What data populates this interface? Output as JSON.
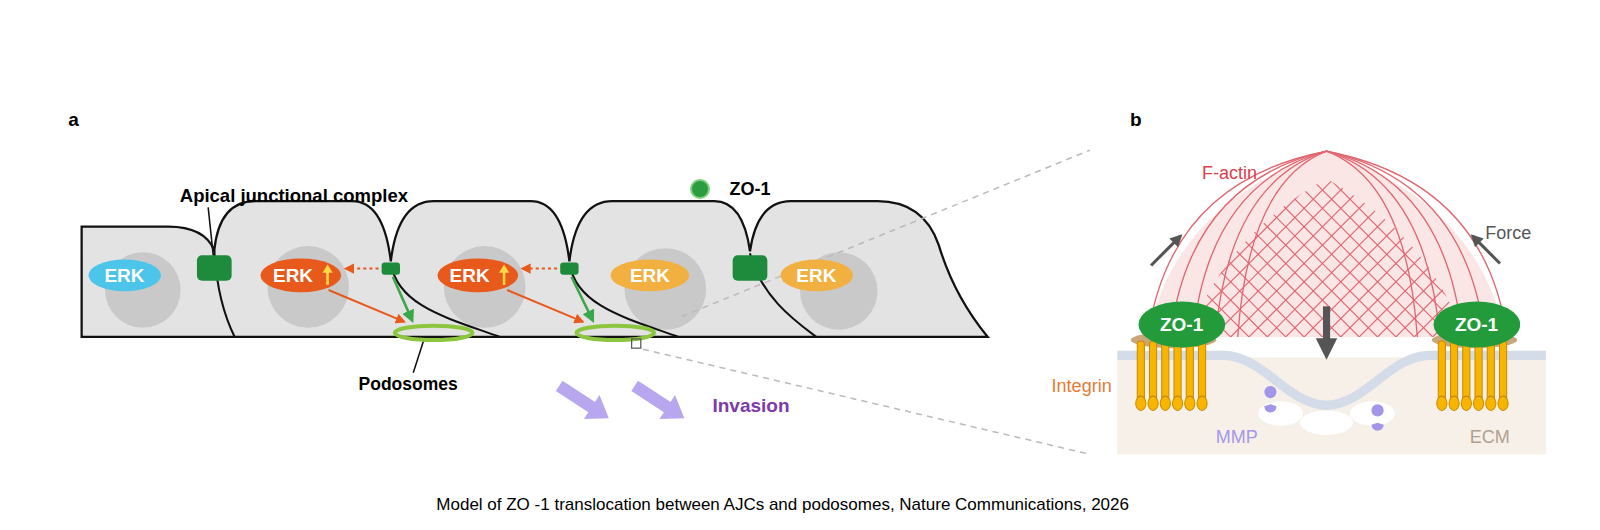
{
  "diagram": {
    "caption": "Model of ZO -1 translocation between AJCs and podosomes, Nature Communications, 2026",
    "nodes": [
      {
        "text": [
          "ERK"
        ]
      },
      {
        "text": [
          "ERK"
        ]
      },
      {
        "text": [
          "ERK"
        ]
      },
      {
        "text": [
          "ERK"
        ]
      },
      {
        "text": [
          "ERK"
        ]
      },
      {
        "text": [
          "ZO-1"
        ]
      },
      {
        "text": [
          "ZO-1"
        ]
      }
    ],
    "labels": [
      "a",
      "Apical junctional complex",
      "Podosomes",
      "Invasion",
      "b",
      "F-actin",
      "Force",
      "Integrin",
      "MMP",
      "ECM"
    ],
    "legend": [
      {
        "text": "ZO-1",
        "color": "#2a9d3f"
      }
    ]
  }
}
